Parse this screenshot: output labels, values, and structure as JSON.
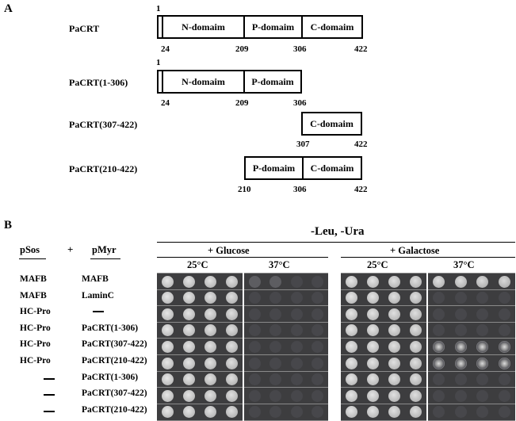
{
  "panel_a": {
    "letter": "A",
    "constructs": [
      {
        "name": "PaCRT",
        "sig_label": "1",
        "domains": [
          "N-domaim",
          "P-domaim",
          "C-domaim"
        ],
        "numbers": [
          "24",
          "209",
          "306",
          "422"
        ]
      },
      {
        "name": "PaCRT(1-306)",
        "sig_label": "1",
        "domains": [
          "N-domaim",
          "P-domaim"
        ],
        "numbers": [
          "24",
          "209",
          "306"
        ]
      },
      {
        "name": "PaCRT(307-422)",
        "domains": [
          "C-domaim"
        ],
        "numbers": [
          "307",
          "422"
        ]
      },
      {
        "name": "PaCRT(210-422)",
        "domains": [
          "P-domaim",
          "C-domaim"
        ],
        "numbers": [
          "210",
          "306",
          "422"
        ]
      }
    ]
  },
  "panel_b": {
    "letter": "B",
    "header_pSos": "pSos",
    "plus": "+",
    "header_pMyr": "pMyr",
    "medium": "-Leu, -Ura",
    "glucose": "+ Glucose",
    "galactose": "+ Galactose",
    "temp_25": "25°C",
    "temp_37": "37°C",
    "rows": [
      {
        "pSos": "MAFB",
        "pMyr": "MAFB",
        "growth": {
          "glu25": 1.0,
          "glu37": 0.15,
          "gal25": 1.0,
          "gal37": 0.9
        }
      },
      {
        "pSos": "MAFB",
        "pMyr": "LaminC",
        "growth": {
          "glu25": 1.0,
          "glu37": 0.05,
          "gal25": 1.0,
          "gal37": 0.0
        }
      },
      {
        "pSos": "HC-Pro",
        "pMyr": "",
        "pMyr_dash": true,
        "growth": {
          "glu25": 1.0,
          "glu37": 0.05,
          "gal25": 1.0,
          "gal37": 0.0
        }
      },
      {
        "pSos": "HC-Pro",
        "pMyr": "PaCRT(1-306)",
        "growth": {
          "glu25": 1.0,
          "glu37": 0.05,
          "gal25": 1.0,
          "gal37": 0.0
        }
      },
      {
        "pSos": "HC-Pro",
        "pMyr": "PaCRT(307-422)",
        "growth": {
          "glu25": 1.0,
          "glu37": 0.05,
          "gal25": 1.0,
          "gal37": 0.75
        }
      },
      {
        "pSos": "HC-Pro",
        "pMyr": "PaCRT(210-422)",
        "growth": {
          "glu25": 1.0,
          "glu37": 0.05,
          "gal25": 1.0,
          "gal37": 0.7
        }
      },
      {
        "pSos": "",
        "pSos_dash": true,
        "pMyr": "PaCRT(1-306)",
        "growth": {
          "glu25": 1.0,
          "glu37": 0.05,
          "gal25": 1.0,
          "gal37": 0.0
        }
      },
      {
        "pSos": "",
        "pSos_dash": true,
        "pMyr": "PaCRT(307-422)",
        "growth": {
          "glu25": 1.0,
          "glu37": 0.05,
          "gal25": 1.0,
          "gal37": 0.0
        }
      },
      {
        "pSos": "",
        "pSos_dash": true,
        "pMyr": "PaCRT(210-422)",
        "growth": {
          "glu25": 1.0,
          "glu37": 0.05,
          "gal25": 1.0,
          "gal37": 0.0
        }
      }
    ]
  }
}
